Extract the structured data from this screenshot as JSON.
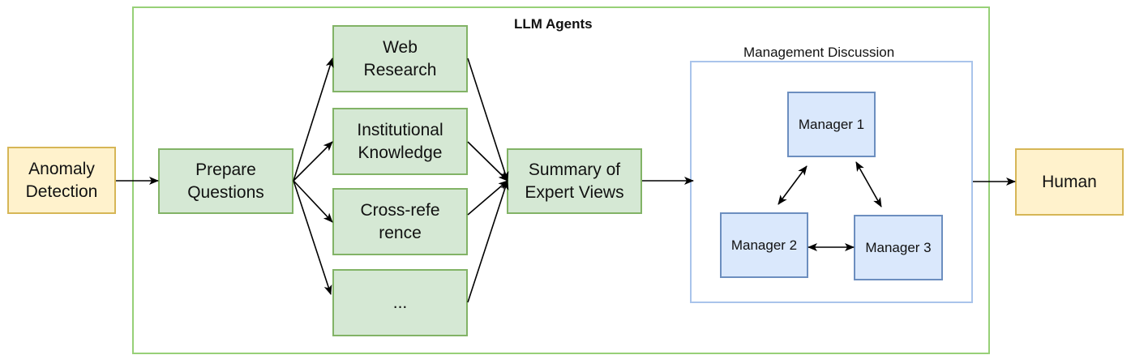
{
  "diagram": {
    "groups": {
      "llm_agents": "LLM Agents",
      "management": "Management Discussion"
    },
    "nodes": {
      "anomaly": "Anomaly Detection",
      "prepare": "Prepare Questions",
      "web": "Web Research",
      "institutional": "Institutional Knowledge",
      "cross": "Cross-reference",
      "more": "...",
      "summary": "Summary of Expert Views",
      "manager1": "Manager 1",
      "manager2": "Manager 2",
      "manager3": "Manager 3",
      "human": "Human"
    },
    "edges": [
      {
        "from": "Anomaly Detection",
        "to": "Prepare Questions"
      },
      {
        "from": "Prepare Questions",
        "to": "Web Research"
      },
      {
        "from": "Prepare Questions",
        "to": "Institutional Knowledge"
      },
      {
        "from": "Prepare Questions",
        "to": "Cross-reference"
      },
      {
        "from": "Prepare Questions",
        "to": "..."
      },
      {
        "from": "Web Research",
        "to": "Summary of Expert Views"
      },
      {
        "from": "Institutional Knowledge",
        "to": "Summary of Expert Views"
      },
      {
        "from": "Cross-reference",
        "to": "Summary of Expert Views"
      },
      {
        "from": "...",
        "to": "Summary of Expert Views"
      },
      {
        "from": "Summary of Expert Views",
        "to": "Management Discussion"
      },
      {
        "from": "Manager 1",
        "to": "Manager 2",
        "bidirectional": true
      },
      {
        "from": "Manager 1",
        "to": "Manager 3",
        "bidirectional": true
      },
      {
        "from": "Manager 2",
        "to": "Manager 3",
        "bidirectional": true
      },
      {
        "from": "Management Discussion",
        "to": "Human"
      }
    ],
    "colors": {
      "agent_fill": "#d5e8d4",
      "agent_border": "#82b366",
      "io_fill": "#fff2cc",
      "io_border": "#d6b656",
      "manager_fill": "#dae8fc",
      "manager_border": "#6c8ebf"
    }
  }
}
